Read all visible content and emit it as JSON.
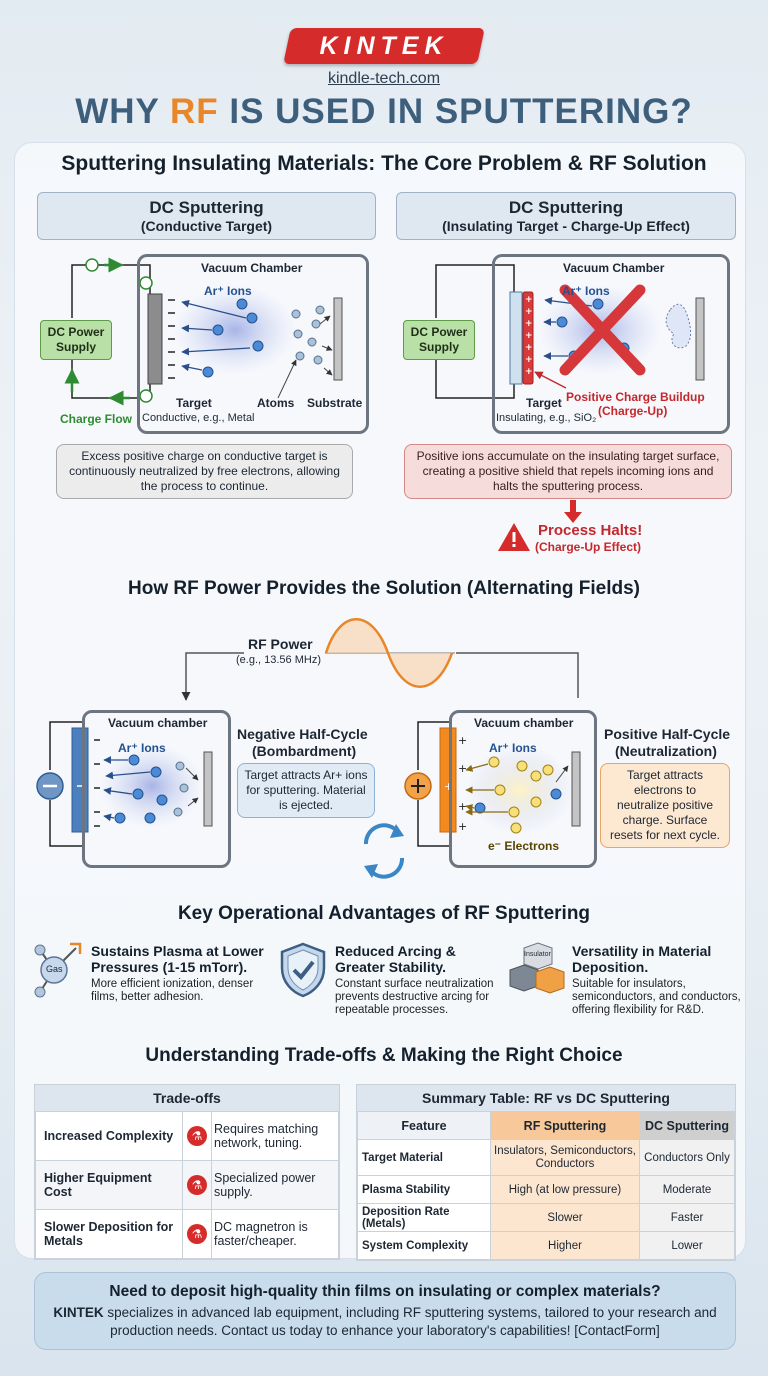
{
  "header": {
    "logo": "KINTEK",
    "site": "kindle-tech.com",
    "title_part1": "WHY ",
    "title_accent": "RF",
    "title_part2": " IS USED IN SPUTTERING?"
  },
  "section1": {
    "title": "Sputtering Insulating Materials: The Core Problem & RF Solution",
    "left": {
      "heading": "DC Sputtering",
      "subheading": "(Conductive Target)",
      "chamber_label": "Vacuum Chamber",
      "ions_label": "Ar⁺ Ions",
      "power_label": "DC Power Supply",
      "charge_flow": "Charge Flow",
      "target_label": "Target",
      "target_sub": "Conductive, e.g., Metal",
      "atoms_label": "Atoms",
      "substrate_label": "Substrate",
      "note": "Excess positive charge on conductive target is continuously neutralized by free electrons, allowing the process to continue."
    },
    "right": {
      "heading": "DC Sputtering",
      "subheading": "(Insulating Target - Charge-Up Effect)",
      "chamber_label": "Vacuum Chamber",
      "ions_label": "Ar⁺ Ions",
      "power_label": "DC Power Supply",
      "target_label": "Target",
      "target_sub": "Insulating, e.g., SiO₂",
      "buildup_label": "Positive Charge Buildup",
      "buildup_sub": "(Charge-Up)",
      "note": "Positive ions accumulate on the insulating target surface, creating a positive shield that repels incoming ions and halts the sputtering process.",
      "halt_title": "Process Halts!",
      "halt_sub": "(Charge-Up Effect)"
    }
  },
  "section2": {
    "title": "How RF Power Provides the Solution (Alternating Fields)",
    "rf_label": "RF Power",
    "rf_freq": "(e.g., 13.56 MHz)",
    "neg": {
      "chamber_label": "Vacuum chamber",
      "ions_label": "Ar⁺ Ions",
      "title": "Negative Half-Cycle",
      "subtitle": "(Bombardment)",
      "note": "Target attracts Ar+ ions for sputtering. Material is ejected."
    },
    "pos": {
      "chamber_label": "Vacuum chamber",
      "ions_label": "Ar⁺ Ions",
      "electrons_label": "e⁻ Electrons",
      "title": "Positive Half-Cycle",
      "subtitle": "(Neutralization)",
      "note": "Target attracts electrons to neutralize positive charge. Surface resets for next cycle."
    }
  },
  "section3": {
    "title": "Key Operational Advantages of RF Sputtering",
    "items": [
      {
        "icon": "gas-molecule-icon",
        "icon_text": "Gas",
        "title": "Sustains Plasma at Lower Pressures (1-15 mTorr).",
        "text": "More efficient ionization, denser films, better adhesion."
      },
      {
        "icon": "shield-check-icon",
        "title": "Reduced Arcing & Greater Stability.",
        "text": "Constant surface neutralization prevents destructive arcing for repeatable processes."
      },
      {
        "icon": "material-cubes-icon",
        "icon_text": "Insulator",
        "title": "Versatility in Material Deposition.",
        "text": "Suitable for insulators, semiconductors, and conductors, offering flexibility for R&D."
      }
    ]
  },
  "section4": {
    "title": "Understanding Trade-offs & Making the Right Choice",
    "tradeoffs": {
      "heading": "Trade-offs",
      "rows": [
        {
          "label": "Increased Complexity",
          "text": "Requires matching network, tuning."
        },
        {
          "label": "Higher Equipment Cost",
          "text": "Specialized power supply."
        },
        {
          "label": "Slower Deposition for Metals",
          "text": "DC magnetron is faster/cheaper."
        }
      ]
    },
    "summary": {
      "heading": "Summary Table: RF vs DC Sputtering",
      "columns": [
        "Feature",
        "RF Sputtering",
        "DC Sputtering"
      ],
      "rows": [
        [
          "Target Material",
          "Insulators, Semiconductors, Conductors",
          "Conductors Only"
        ],
        [
          "Plasma Stability",
          "High (at low pressure)",
          "Moderate"
        ],
        [
          "Deposition Rate (Metals)",
          "Slower",
          "Faster"
        ],
        [
          "System Complexity",
          "Higher",
          "Lower"
        ]
      ]
    }
  },
  "footer": {
    "headline": "Need to deposit high-quality thin films on insulating or complex materials?",
    "brand": "KINTEK",
    "text": " specializes in advanced lab equipment, including RF sputtering systems, tailored to your research and production needs. Contact us today to enhance your laboratory's capabilities! [ContactForm]"
  },
  "colors": {
    "accent": "#e8862a",
    "brand_red": "#d62b2b",
    "title_blue": "#3e5f7c",
    "green": "#2e8b32"
  }
}
